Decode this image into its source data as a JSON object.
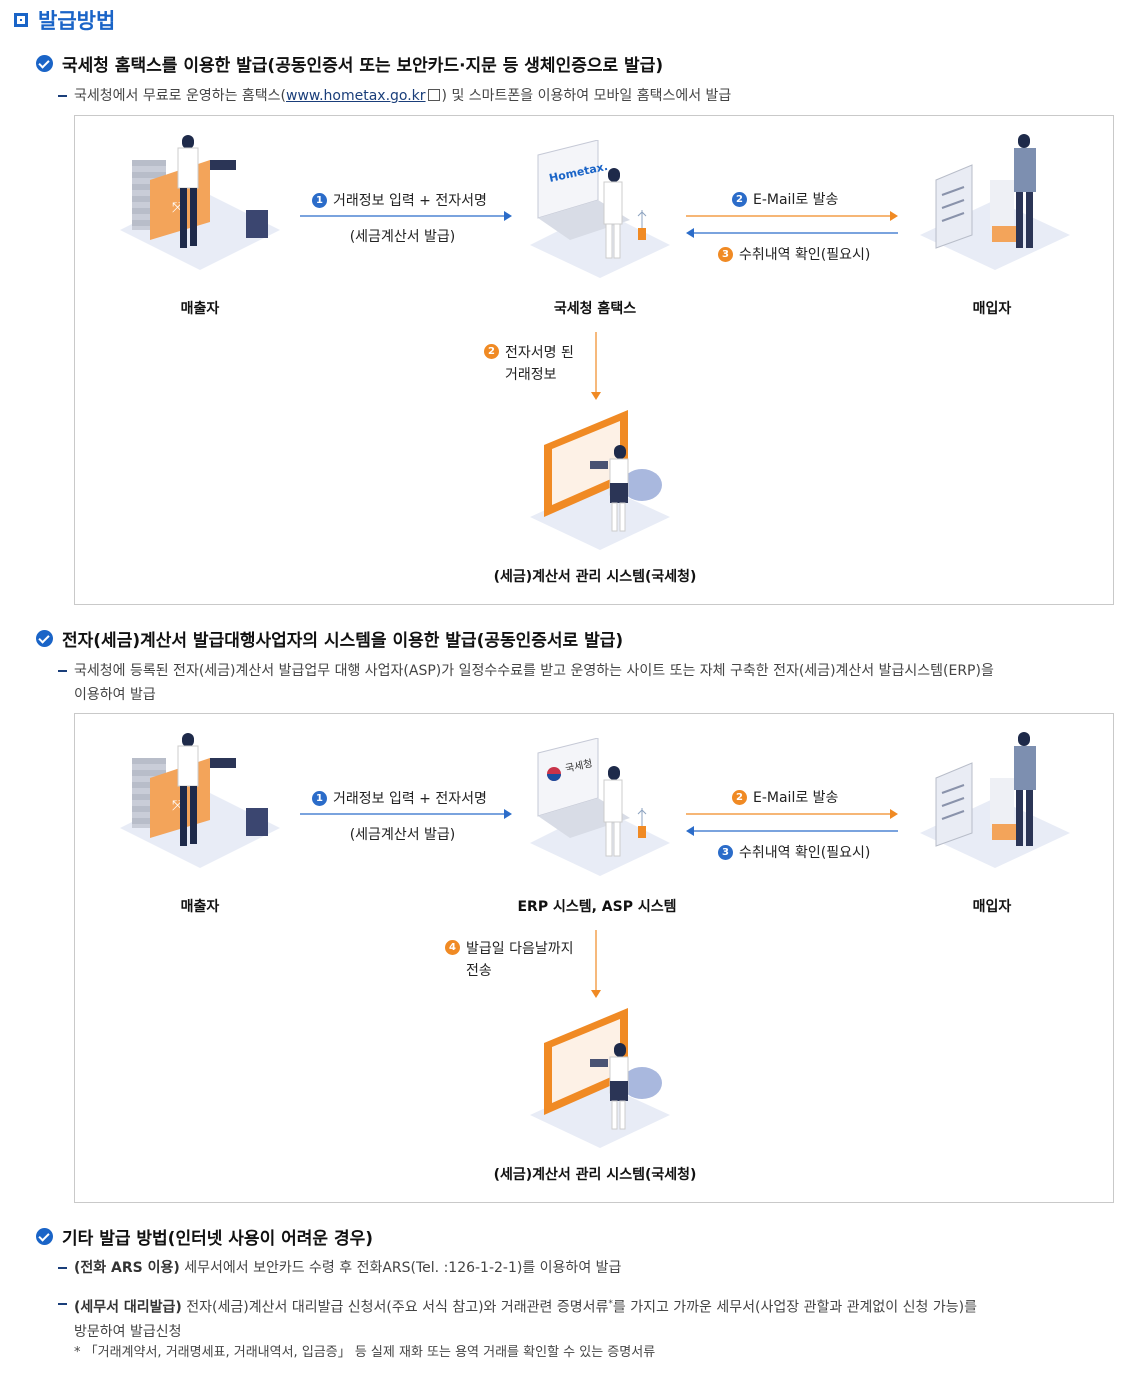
{
  "title": "발급방법",
  "section1": {
    "title": "국세청 홈택스를 이용한 발급(공동인증서 또는 보안카드·지문 등 생체인증으로 발급)",
    "desc_pre": "국세청에서 무료로 운영하는 홈택스(",
    "desc_link": "www.hometax.go.kr",
    "desc_post": ") 및 스마트폰을 이용하여 모바일 홈택스에서 발급",
    "seller": "매출자",
    "center": "국세청 홈택스",
    "buyer": "매입자",
    "step1": "거래정보 입력 + 전자서명",
    "step1_sub": "(세금계산서 발급)",
    "step2_right": "E-Mail로 발송",
    "step3": "수취내역 확인(필요시)",
    "step2_down_line1": "전자서명 된",
    "step2_down_line2": "거래정보",
    "system": "(세금)계산서 관리 시스템(국세청)",
    "screen_text": "Hometax."
  },
  "section2": {
    "title": "전자(세금)계산서 발급대행사업자의 시스템을 이용한 발급(공동인증서로 발급)",
    "desc_line1": "국세청에 등록된 전자(세금)계산서 발급업무 대행 사업자(ASP)가 일정수수료를 받고 운영하는 사이트 또는 자체 구축한 전자(세금)계산서 발급시스템(ERP)을",
    "desc_line2": "이용하여 발급",
    "seller": "매출자",
    "center": "ERP 시스템, ASP 시스템",
    "buyer": "매입자",
    "step1": "거래정보 입력 + 전자서명",
    "step1_sub": "(세금계산서 발급)",
    "step2_right": "E-Mail로 발송",
    "step3": "수취내역 확인(필요시)",
    "step4_line1": "발급일 다음날까지",
    "step4_line2": "전송",
    "system": "(세금)계산서 관리 시스템(국세청)",
    "screen_text": "국세청"
  },
  "section3": {
    "title": "기타 발급 방법(인터넷 사용이 어려운 경우)",
    "item1_bold": "(전화 ARS 이용)",
    "item1_text": " 세무서에서 보안카드 수령 후 전화ARS(Tel. :126-1-2-1)를 이용하여 발급",
    "item2_bold": "(세무서 대리발급)",
    "item2_text_a": " 전자(세금)계산서 대리발급 신청서(주요 서식 참고)와 거래관련 증명서류",
    "item2_star": "*",
    "item2_text_b": "를 가지고 가까운 세무서(사업장 관할과 관계없이 신청 가능)를",
    "item2_line2": "방문하여 발급신청",
    "footnote": "* 「거래계약서, 거래명세표, 거래내역서, 입금증」 등 실제 재화 또는 용역 거래를 확인할 수 있는 증명서류"
  },
  "steps": {
    "n1": "1",
    "n2": "2",
    "n3": "3",
    "n4": "4"
  },
  "colors": {
    "blue": "#1a64c7",
    "orange": "#f08a24",
    "arrow_blue": "#2b6cc9"
  }
}
